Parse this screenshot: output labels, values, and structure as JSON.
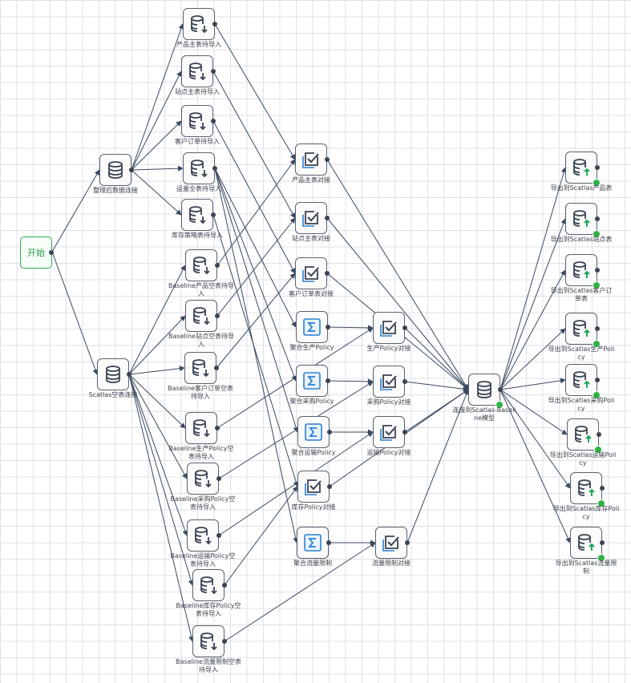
{
  "start": {
    "label": "开始"
  },
  "nodes": [
    {
      "id": "conn1",
      "type": "db",
      "label": "整理后数据连接"
    },
    {
      "id": "conn2",
      "type": "db",
      "label": "Scatlas空表连接"
    },
    {
      "id": "i1",
      "type": "import",
      "label": "产品主表待导入"
    },
    {
      "id": "i2",
      "type": "import",
      "label": "站点主表待导入"
    },
    {
      "id": "i3",
      "type": "import",
      "label": "客户订单待导入"
    },
    {
      "id": "i4",
      "type": "import",
      "label": "运量全表待导入"
    },
    {
      "id": "i5",
      "type": "import",
      "label": "库存策略表待导入"
    },
    {
      "id": "b1",
      "type": "import",
      "label": "Baseline产品空表待导入"
    },
    {
      "id": "b2",
      "type": "import",
      "label": "Baseline站点空表待导入"
    },
    {
      "id": "b3",
      "type": "import",
      "label": "Baseline客户订单空表待导入"
    },
    {
      "id": "b4",
      "type": "import",
      "label": "Baseline生产Policy空表待导入"
    },
    {
      "id": "b5",
      "type": "import",
      "label": "Baseline采购Policy空表待导入"
    },
    {
      "id": "b6",
      "type": "import",
      "label": "Baseline运输Policy空表待导入"
    },
    {
      "id": "b7",
      "type": "import",
      "label": "Baseline库存Policy空表待导入"
    },
    {
      "id": "b8",
      "type": "import",
      "label": "Baseline流量限制空表待导入"
    },
    {
      "id": "c1",
      "type": "check",
      "label": "产品主表对接"
    },
    {
      "id": "c2",
      "type": "check",
      "label": "站点主表对接"
    },
    {
      "id": "c3",
      "type": "check",
      "label": "客户订单表对接"
    },
    {
      "id": "s1",
      "type": "sigma",
      "label": "聚合生产Policy"
    },
    {
      "id": "s2",
      "type": "sigma",
      "label": "聚合采购Policy"
    },
    {
      "id": "s3",
      "type": "sigma",
      "label": "聚合运输Policy"
    },
    {
      "id": "c4",
      "type": "check",
      "label": "库存Policy对接"
    },
    {
      "id": "s4",
      "type": "sigma",
      "label": "聚合流量限制"
    },
    {
      "id": "d1",
      "type": "check",
      "label": "生产Policy对接"
    },
    {
      "id": "d2",
      "type": "check",
      "label": "采购Policy对接"
    },
    {
      "id": "d3",
      "type": "check",
      "label": "运输Policy对接"
    },
    {
      "id": "d4",
      "type": "check",
      "label": "流量限制对接"
    },
    {
      "id": "m",
      "type": "db",
      "label": "连接到Scatlas-Baseline模型",
      "badge": true
    },
    {
      "id": "e1",
      "type": "export",
      "label": "导出到Scatlas产品表",
      "badge": true
    },
    {
      "id": "e2",
      "type": "export",
      "label": "导出到Scatlas站点表",
      "badge": true
    },
    {
      "id": "e3",
      "type": "export",
      "label": "导出到Scatlas客户订单表",
      "badge": true
    },
    {
      "id": "e4",
      "type": "export",
      "label": "导出到Scatlas生产Policy",
      "badge": true
    },
    {
      "id": "e5",
      "type": "export",
      "label": "导出到Scatlas采购Policy",
      "badge": true
    },
    {
      "id": "e6",
      "type": "export",
      "label": "导出到Scatlas运输Policy",
      "badge": true
    },
    {
      "id": "e7",
      "type": "export",
      "label": "导出到Scatlas库存Policy",
      "badge": true
    },
    {
      "id": "e8",
      "type": "export",
      "label": "导出到Scatlas流量限制",
      "badge": true
    }
  ],
  "edges": [
    [
      "start",
      "conn1"
    ],
    [
      "start",
      "conn2"
    ],
    [
      "conn1",
      "i1"
    ],
    [
      "conn1",
      "i2"
    ],
    [
      "conn1",
      "i3"
    ],
    [
      "conn1",
      "i4"
    ],
    [
      "conn1",
      "i5"
    ],
    [
      "conn2",
      "b1"
    ],
    [
      "conn2",
      "b2"
    ],
    [
      "conn2",
      "b3"
    ],
    [
      "conn2",
      "b4"
    ],
    [
      "conn2",
      "b5"
    ],
    [
      "conn2",
      "b6"
    ],
    [
      "conn2",
      "b7"
    ],
    [
      "conn2",
      "b8"
    ],
    [
      "i1",
      "c1"
    ],
    [
      "i2",
      "c2"
    ],
    [
      "i3",
      "c3"
    ],
    [
      "i4",
      "s1"
    ],
    [
      "i4",
      "s2"
    ],
    [
      "i4",
      "s3"
    ],
    [
      "i4",
      "s4"
    ],
    [
      "i5",
      "c4"
    ],
    [
      "b1",
      "c1"
    ],
    [
      "b2",
      "c2"
    ],
    [
      "b3",
      "c3"
    ],
    [
      "b4",
      "d1"
    ],
    [
      "b5",
      "d2"
    ],
    [
      "b6",
      "d3"
    ],
    [
      "b7",
      "c4"
    ],
    [
      "b8",
      "d4"
    ],
    [
      "s1",
      "d1"
    ],
    [
      "s2",
      "d2"
    ],
    [
      "s3",
      "d3"
    ],
    [
      "s4",
      "d4"
    ],
    [
      "c1",
      "m"
    ],
    [
      "c2",
      "m"
    ],
    [
      "c3",
      "m"
    ],
    [
      "d1",
      "m"
    ],
    [
      "d2",
      "m"
    ],
    [
      "d3",
      "m"
    ],
    [
      "c4",
      "m"
    ],
    [
      "d4",
      "m"
    ],
    [
      "m",
      "e1"
    ],
    [
      "m",
      "e2"
    ],
    [
      "m",
      "e3"
    ],
    [
      "m",
      "e4"
    ],
    [
      "m",
      "e5"
    ],
    [
      "m",
      "e6"
    ],
    [
      "m",
      "e7"
    ],
    [
      "m",
      "e8"
    ]
  ]
}
